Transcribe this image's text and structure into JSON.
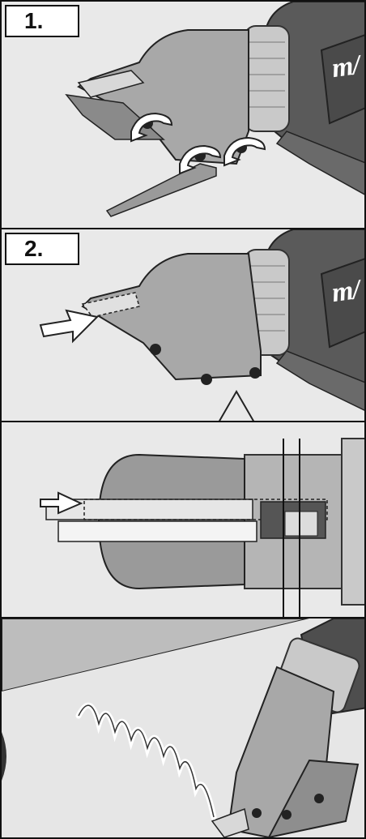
{
  "steps": [
    {
      "label": "1."
    },
    {
      "label": "2."
    }
  ],
  "brand": {
    "logo_text_1": "m/",
    "logo_text_2": "m/"
  }
}
